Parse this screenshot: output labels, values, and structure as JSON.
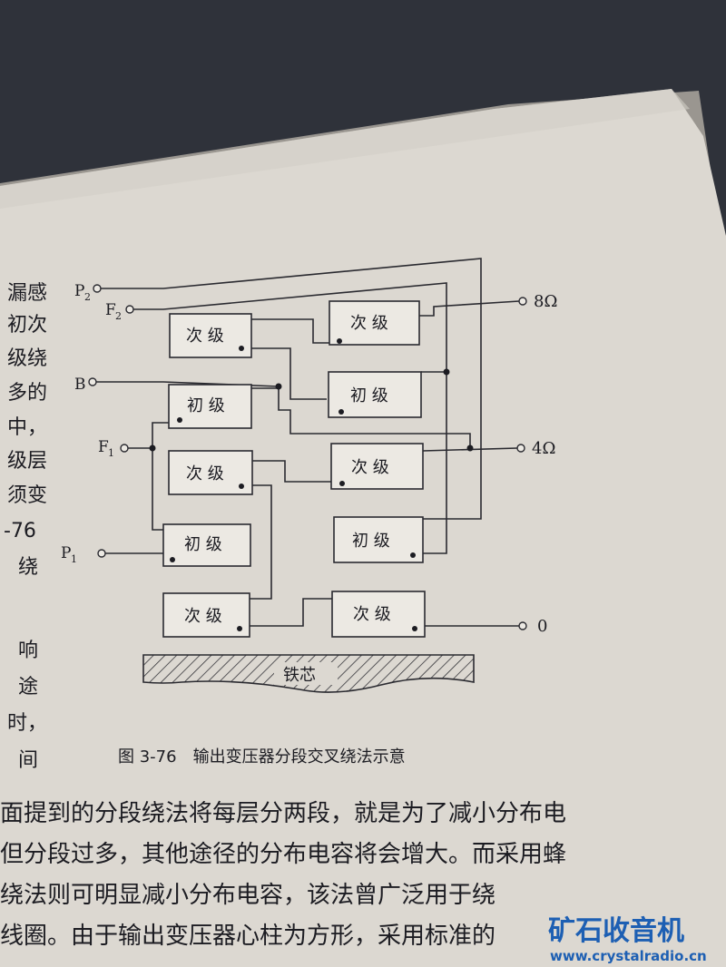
{
  "figure": {
    "caption": "图 3-76　输出变压器分段交叉绕法示意",
    "core_label": "铁芯"
  },
  "terminals_left": {
    "p2": "P",
    "p2_sub": "2",
    "f2": "F",
    "f2_sub": "2",
    "b": "B",
    "f1": "F",
    "f1_sub": "1",
    "p1": "P",
    "p1_sub": "1"
  },
  "terminals_right": {
    "out_8": "8Ω",
    "out_4": "4Ω",
    "out_0": "0"
  },
  "coils": [
    {
      "id": "L1",
      "label": "次 级"
    },
    {
      "id": "R1",
      "label": "次 级"
    },
    {
      "id": "L2",
      "label": "初 级"
    },
    {
      "id": "R2",
      "label": "初 级"
    },
    {
      "id": "L3",
      "label": "次 级"
    },
    {
      "id": "R3",
      "label": "次 级"
    },
    {
      "id": "L4",
      "label": "初 级"
    },
    {
      "id": "R4",
      "label": "初 级"
    },
    {
      "id": "L5",
      "label": "次 级"
    },
    {
      "id": "R5",
      "label": "次 级"
    }
  ],
  "left_margin_chars": [
    "漏感",
    "初次",
    "级绕",
    "多的",
    "中，",
    "级层",
    "须变",
    "-76",
    "绕",
    "响",
    "途",
    "时，",
    "间"
  ],
  "body_lines": [
    "面提到的分段绕法将每层分两段，就是为了减小分布电",
    "但分段过多，其他途径的分布电容将会增大。而采用蜂",
    "绕法则可明显减小分布电容，该法曾广泛用于绕",
    "线圈。由于输出变压器心柱为方形，采用标准的"
  ],
  "watermark": {
    "title": "矿石收音机",
    "url": "www.crystalradio.cn"
  }
}
